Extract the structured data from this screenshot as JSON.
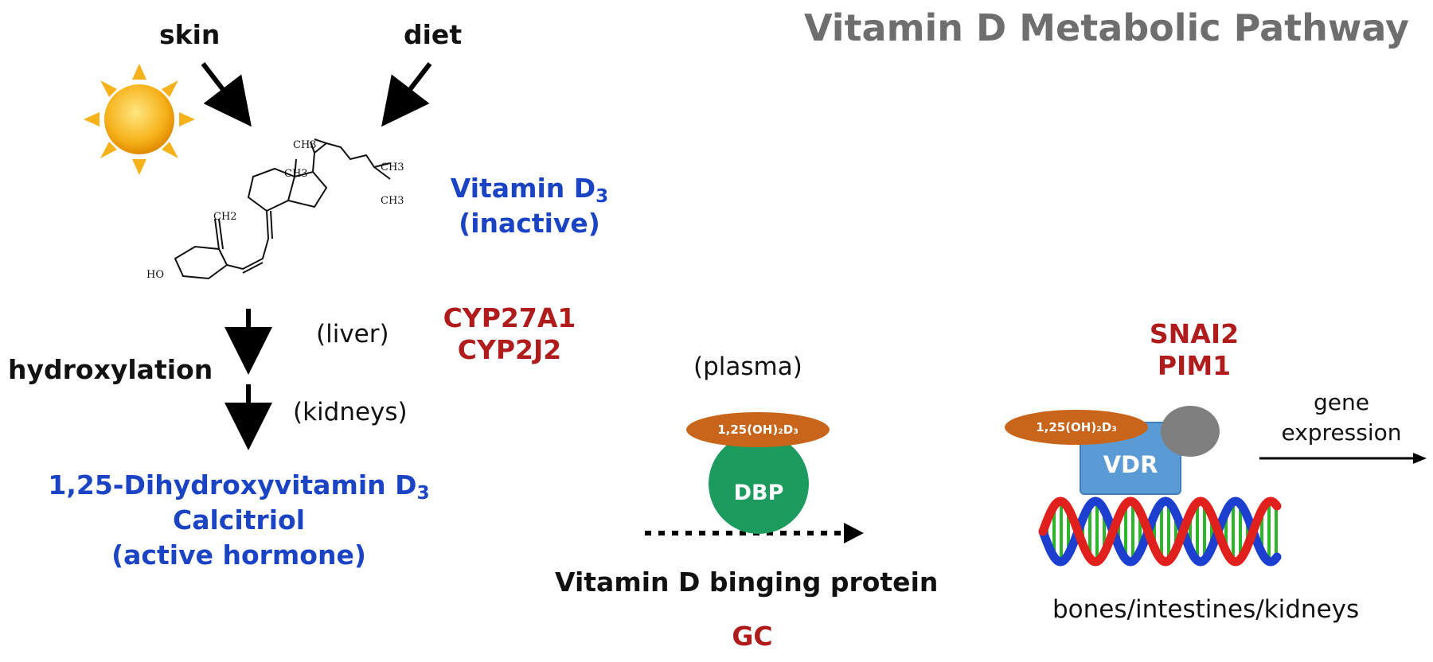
{
  "title": "Vitamin D Metabolic Pathway",
  "sources": {
    "skin": "skin",
    "diet": "diet"
  },
  "vitamin_d3": {
    "line1": "Vitamin D",
    "line1_sub": "3",
    "line2": "(inactive)"
  },
  "molecule_labels": {
    "ch3_top": "CH3",
    "ch3_right_1": "CH3",
    "ch3_right_2": "CH3",
    "ch3_mid": "CH3",
    "ch2": "CH2",
    "ho": "HO"
  },
  "hydroxylation": {
    "label": "hydroxylation",
    "step1": "(liver)",
    "step2": "(kidneys)"
  },
  "enzymes_liver": [
    "CYP27A1",
    "CYP2J2"
  ],
  "calcitriol": {
    "line1": "1,25-Dihydroxyvitamin D",
    "line1_sub": "3",
    "line2": "Calcitriol",
    "line3": "(active hormone)"
  },
  "plasma": {
    "label": "(plasma)",
    "ligand": "1,25(OH)₂D₃",
    "protein": "DBP",
    "caption": "Vitamin D binging protein",
    "gene": "GC"
  },
  "nucleus": {
    "genes": [
      "SNAI2",
      "PIM1"
    ],
    "ligand": "1,25(OH)₂D₃",
    "receptor": "VDR",
    "output_line1": "gene",
    "output_line2": "expression",
    "tissues": "bones/intestines/kidneys"
  },
  "colors": {
    "title": "#6e6e6e",
    "blue_label": "#1a44c4",
    "red_gene": "#b01c1c",
    "sun": "#f6b21a",
    "ligand": "#c9641b",
    "dbp": "#1d9b5e",
    "vdr": "#5b9bd5",
    "coactivator": "#7f7f7f",
    "dna_red": "#e0201c",
    "dna_blue": "#1c3fd0",
    "dna_green": "#2fb52c"
  }
}
